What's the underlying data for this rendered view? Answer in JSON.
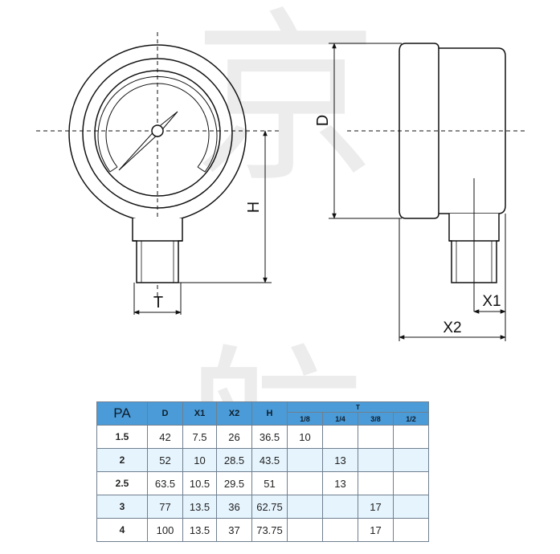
{
  "watermark": {
    "chars": [
      "京",
      "航"
    ]
  },
  "front_view": {
    "dimension_labels": {
      "H": "H",
      "T": "T"
    }
  },
  "side_view": {
    "dimension_labels": {
      "D": "D",
      "X1": "X1",
      "X2": "X2"
    }
  },
  "table": {
    "headers": {
      "pa": "PA",
      "d": "D",
      "x1": "X1",
      "x2": "X2",
      "h": "H",
      "t": "T"
    },
    "t_sizes": [
      "1/8",
      "1/4",
      "3/8",
      "1/2"
    ],
    "rows": [
      {
        "pa": "1.5",
        "d": "42",
        "x1": "7.5",
        "x2": "26",
        "h": "36.5",
        "t": [
          "10",
          "",
          "",
          ""
        ]
      },
      {
        "pa": "2",
        "d": "52",
        "x1": "10",
        "x2": "28.5",
        "h": "43.5",
        "t": [
          "",
          "13",
          "",
          ""
        ]
      },
      {
        "pa": "2.5",
        "d": "63.5",
        "x1": "10.5",
        "x2": "29.5",
        "h": "51",
        "t": [
          "",
          "13",
          "",
          ""
        ]
      },
      {
        "pa": "3",
        "d": "77",
        "x1": "13.5",
        "x2": "36",
        "h": "62.75",
        "t": [
          "",
          "",
          "17",
          ""
        ]
      },
      {
        "pa": "4",
        "d": "100",
        "x1": "13.5",
        "x2": "37",
        "h": "73.75",
        "t": [
          "",
          "",
          "17",
          ""
        ]
      }
    ]
  }
}
